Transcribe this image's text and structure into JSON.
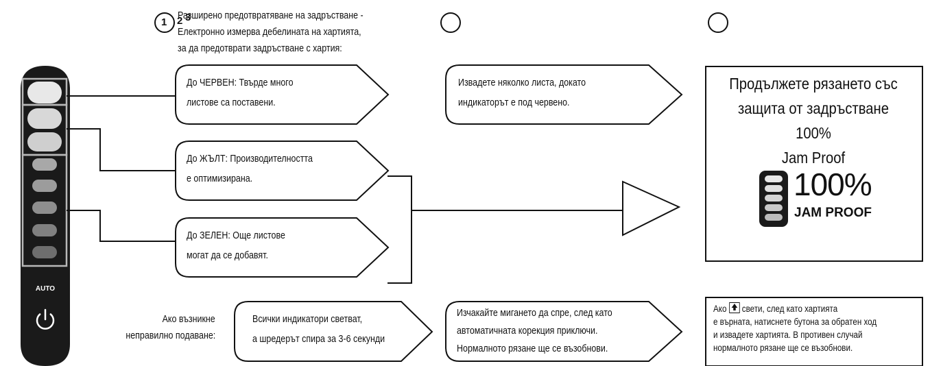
{
  "steps": [
    "1",
    "2",
    "3"
  ],
  "panel": {
    "auto_label": "AUTO"
  },
  "intro": [
    "Разширено предотвратяване на задръстване -",
    "Електронно измерва дебелината на хартията,",
    "за да предотврати задръстване с хартия:"
  ],
  "col1": {
    "red": [
      "До ЧЕРВЕН: Твърде много",
      "листове са поставени."
    ],
    "yellow": [
      "До ЖЪЛТ: Производителността",
      "е оптимизирана."
    ],
    "green": [
      "До ЗЕЛЕН: Още листове",
      "могат да се добавят."
    ]
  },
  "col2": {
    "red": [
      "Извадете няколко листа, докато",
      "индикаторът е под червено."
    ]
  },
  "col3": {
    "title": [
      "Продължете рязането със",
      "защита от задръстване 100%",
      "Jam Proof"
    ],
    "badge_pct": "100%",
    "badge_label": "JAM PROOF"
  },
  "misfeed": {
    "label": [
      "Ако възникне",
      "неправилно подаване:"
    ],
    "col1": [
      "Всички индикатори светват,",
      "а шредерът спира за 3-6 секунди"
    ],
    "col2": [
      "Изчакайте мигането да спре, след като",
      "автоматичната корекция приключи.",
      "Нормалното рязане ще се възобнови."
    ],
    "col3_prefix": "Ако",
    "col3_rest": "свети, след като хартията",
    "col3_lines": [
      "е върната, натиснете бутона за обратен ход",
      "и извадете хартията. В противен случай",
      "нормалното рязане ще се възобнови."
    ]
  },
  "icons": [
    "power-icon",
    "reverse-arrow-icon",
    "indicator-light-icon"
  ]
}
